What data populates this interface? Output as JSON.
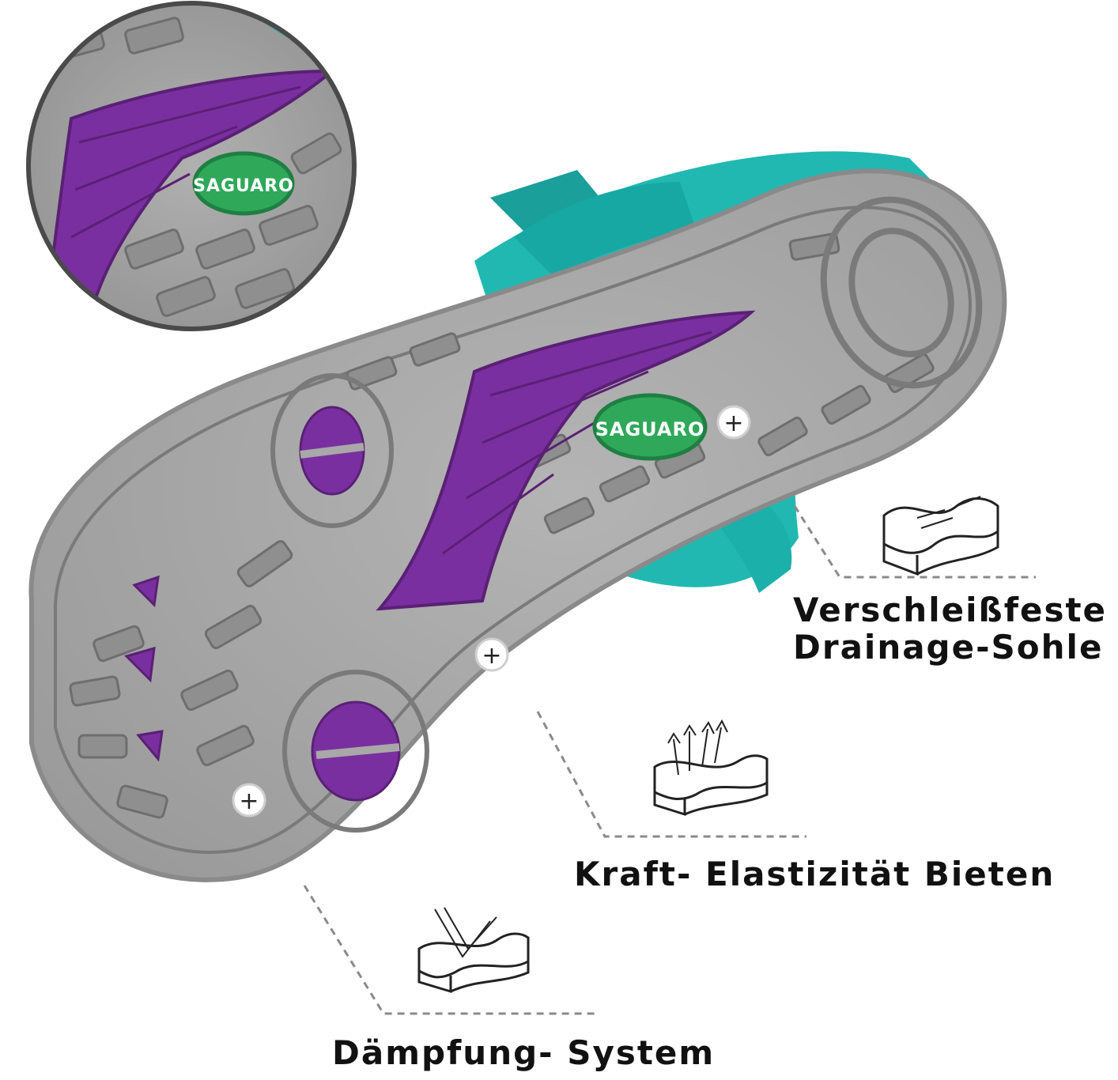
{
  "brand": {
    "logo_text": "SAGUARO"
  },
  "features": [
    {
      "icon": "drainage-sole-icon",
      "lines": [
        "Verschleißfeste",
        "Drainage-Sohle"
      ]
    },
    {
      "icon": "elastic-rebound-icon",
      "label": "Kraft- Elastizität Bieten"
    },
    {
      "icon": "cushion-system-icon",
      "label": "Dämpfung- System"
    }
  ],
  "hotspot_symbol": "+",
  "colors": {
    "sole_gray": "#a8a8a8",
    "tread_dark": "#6e6e6e",
    "accent_purple": "#7a2fa0",
    "logo_green": "#2fa85a",
    "upper_teal": "#1fb5b0",
    "label_text": "#111111"
  }
}
